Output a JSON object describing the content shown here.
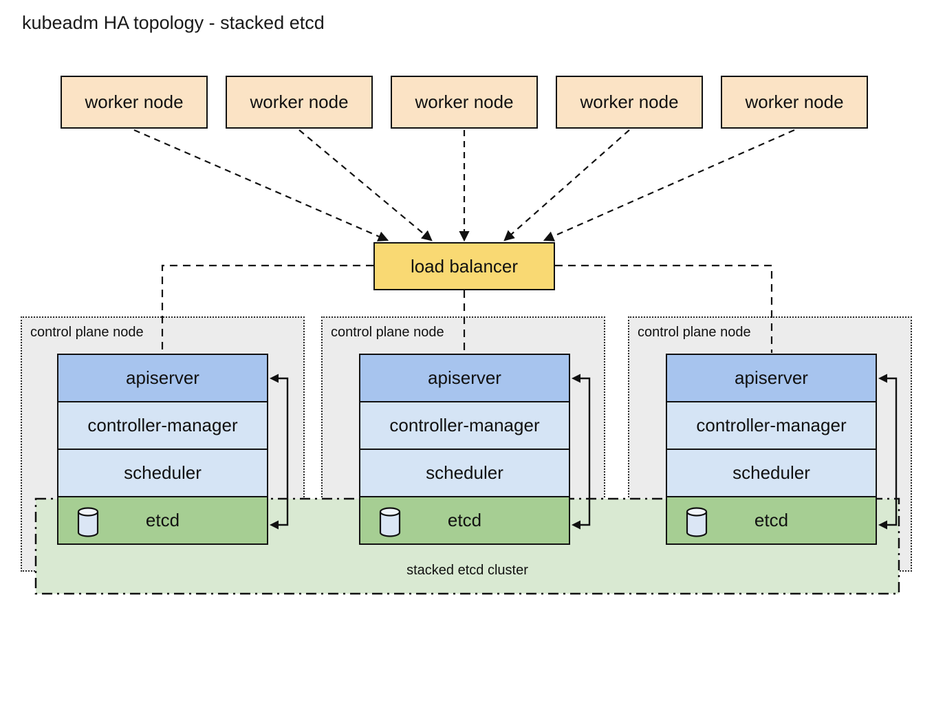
{
  "title": "kubeadm HA topology - stacked etcd",
  "workers": [
    {
      "label": "worker node"
    },
    {
      "label": "worker node"
    },
    {
      "label": "worker node"
    },
    {
      "label": "worker node"
    },
    {
      "label": "worker node"
    }
  ],
  "load_balancer": {
    "label": "load balancer"
  },
  "control_planes": [
    {
      "label": "control plane node",
      "components": [
        {
          "name": "apiserver"
        },
        {
          "name": "controller-manager"
        },
        {
          "name": "scheduler"
        },
        {
          "name": "etcd",
          "icon": "database-cylinder-icon"
        }
      ]
    },
    {
      "label": "control plane node",
      "components": [
        {
          "name": "apiserver"
        },
        {
          "name": "controller-manager"
        },
        {
          "name": "scheduler"
        },
        {
          "name": "etcd",
          "icon": "database-cylinder-icon"
        }
      ]
    },
    {
      "label": "control plane node",
      "components": [
        {
          "name": "apiserver"
        },
        {
          "name": "controller-manager"
        },
        {
          "name": "scheduler"
        },
        {
          "name": "etcd",
          "icon": "database-cylinder-icon"
        }
      ]
    }
  ],
  "etcd_cluster": {
    "label": "stacked etcd cluster"
  },
  "colors": {
    "worker_fill": "#fbe3c5",
    "load_balancer_fill": "#f9d973",
    "apiserver_fill": "#a7c4ee",
    "component_fill": "#d5e4f5",
    "etcd_fill": "#a6ce93",
    "cluster_band_fill": "#d9e9d2",
    "container_fill": "#ececec",
    "line": "#111111"
  }
}
